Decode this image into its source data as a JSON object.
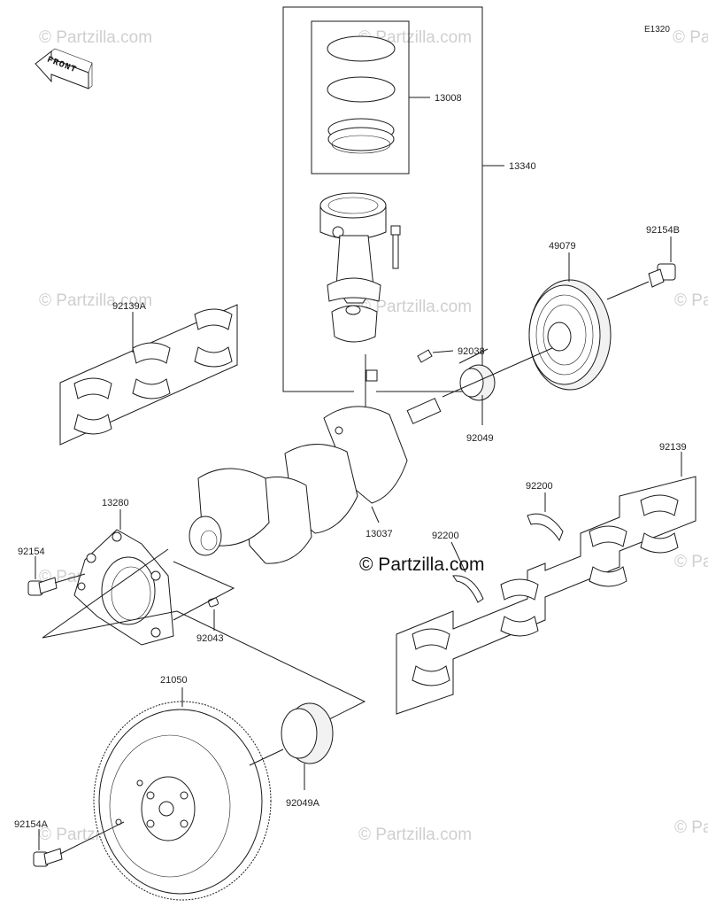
{
  "diagram_code": "E1320",
  "front_label": "FRONT",
  "brand_label": "© Partzilla.com",
  "watermark_text": "© Partzilla.com",
  "parts": {
    "ring_set": "13008",
    "piston_conrod_assy": "13340",
    "pulley": "49079",
    "pulley_bolt": "92154B",
    "main_bearing_set_a": "92139A",
    "conrod_nut": "92038",
    "front_oil_seal": "92049",
    "crankshaft": "13037",
    "main_bearing_set_b": "92139",
    "thrust_washer_upper": "92200",
    "thrust_washer_lower": "92200",
    "seal_holder": "13280",
    "holder_bolt": "92154",
    "dowel_pin": "92043",
    "flywheel": "21050",
    "rear_oil_seal": "92049A",
    "flywheel_bolt": "92154A"
  },
  "colors": {
    "line": "#1a1a1a",
    "watermark": "#cfcfcf"
  }
}
